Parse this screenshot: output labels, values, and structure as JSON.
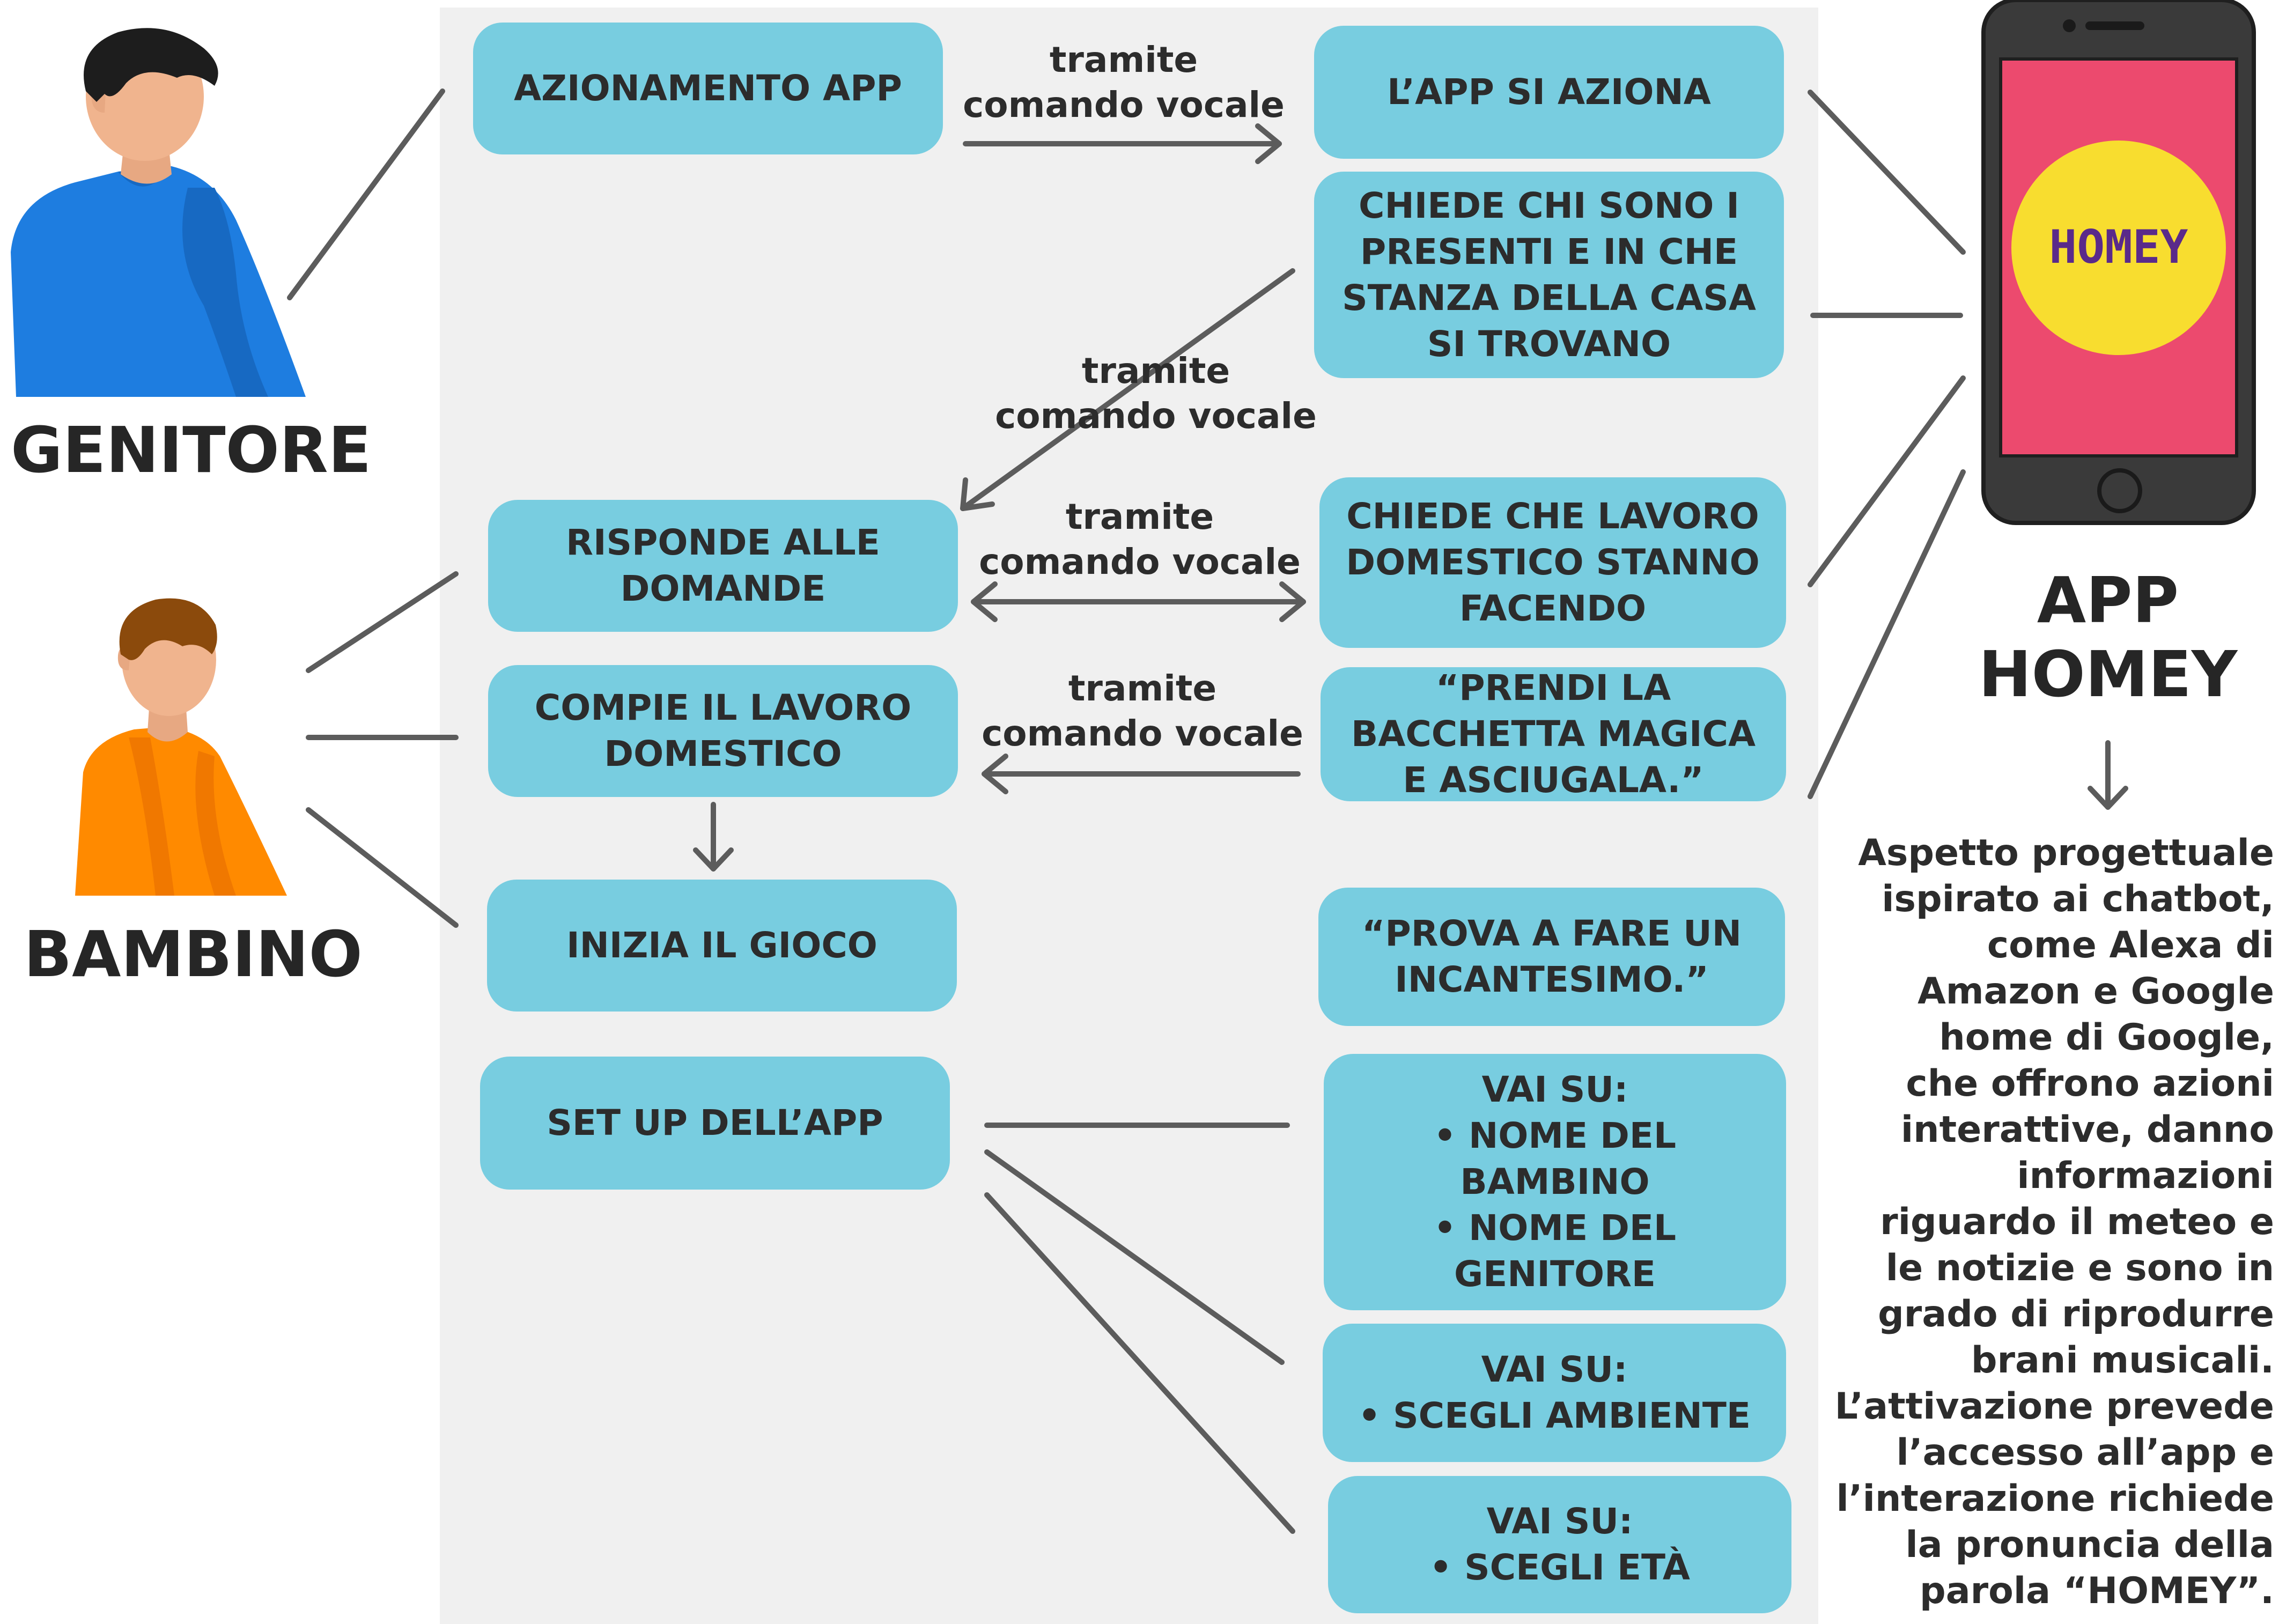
{
  "roles": {
    "parent": "GENITORE",
    "child": "BAMBINO",
    "app": "APP\nHOMEY"
  },
  "phone": {
    "logo_text": "HOMEY"
  },
  "connector_label": "tramite\ncomando vocale",
  "left_boxes": {
    "activate": "AZIONAMENTO APP",
    "answer": "RISPONDE ALLE\nDOMANDE",
    "do_chore": "COMPIE IL LAVORO\nDOMESTICO",
    "start_game": "INIZIA IL GIOCO",
    "setup": "SET UP DELL’APP"
  },
  "right_boxes": {
    "app_starts": "L’APP SI AZIONA",
    "asks_who": "CHIEDE CHI SONO I\nPRESENTI E IN CHE\nSTANZA DELLA CASA\nSI TROVANO",
    "asks_chore": "CHIEDE CHE LAVORO\nDOMESTICO STANNO\nFACENDO",
    "wand": "“PRENDI LA\nBACCHETTA MAGICA\nE ASCIUGALA.”",
    "spell": "“PROVA A FARE UN\nINCANTESIMO.”",
    "names": "VAI SU:\n• NOME DEL\nBAMBINO\n• NOME DEL\nGENITORE",
    "environment": "VAI SU:\n• SCEGLI AMBIENTE",
    "age": "VAI SU:\n• SCEGLI ETÀ"
  },
  "description": "Aspetto progettuale\nispirato ai chatbot,\ncome Alexa di\nAmazon e Google\nhome di Google,\nche offrono azioni\ninterattive, danno\ninformazioni\nriguardo il meteo e\nle notizie e sono in\ngrado di riprodurre\nbrani musicali.\nL’attivazione prevede\nl’accesso all’app e\nl’interazione richiede\nla pronuncia della\nparola “HOMEY”.",
  "colors": {
    "box": "#78cde0",
    "panel": "#f0f0f0",
    "phone_screen": "#ec4a6e",
    "phone_logo": "#f8dd2f",
    "parent_shirt": "#1e7de0",
    "child_shirt": "#ff8a00"
  }
}
